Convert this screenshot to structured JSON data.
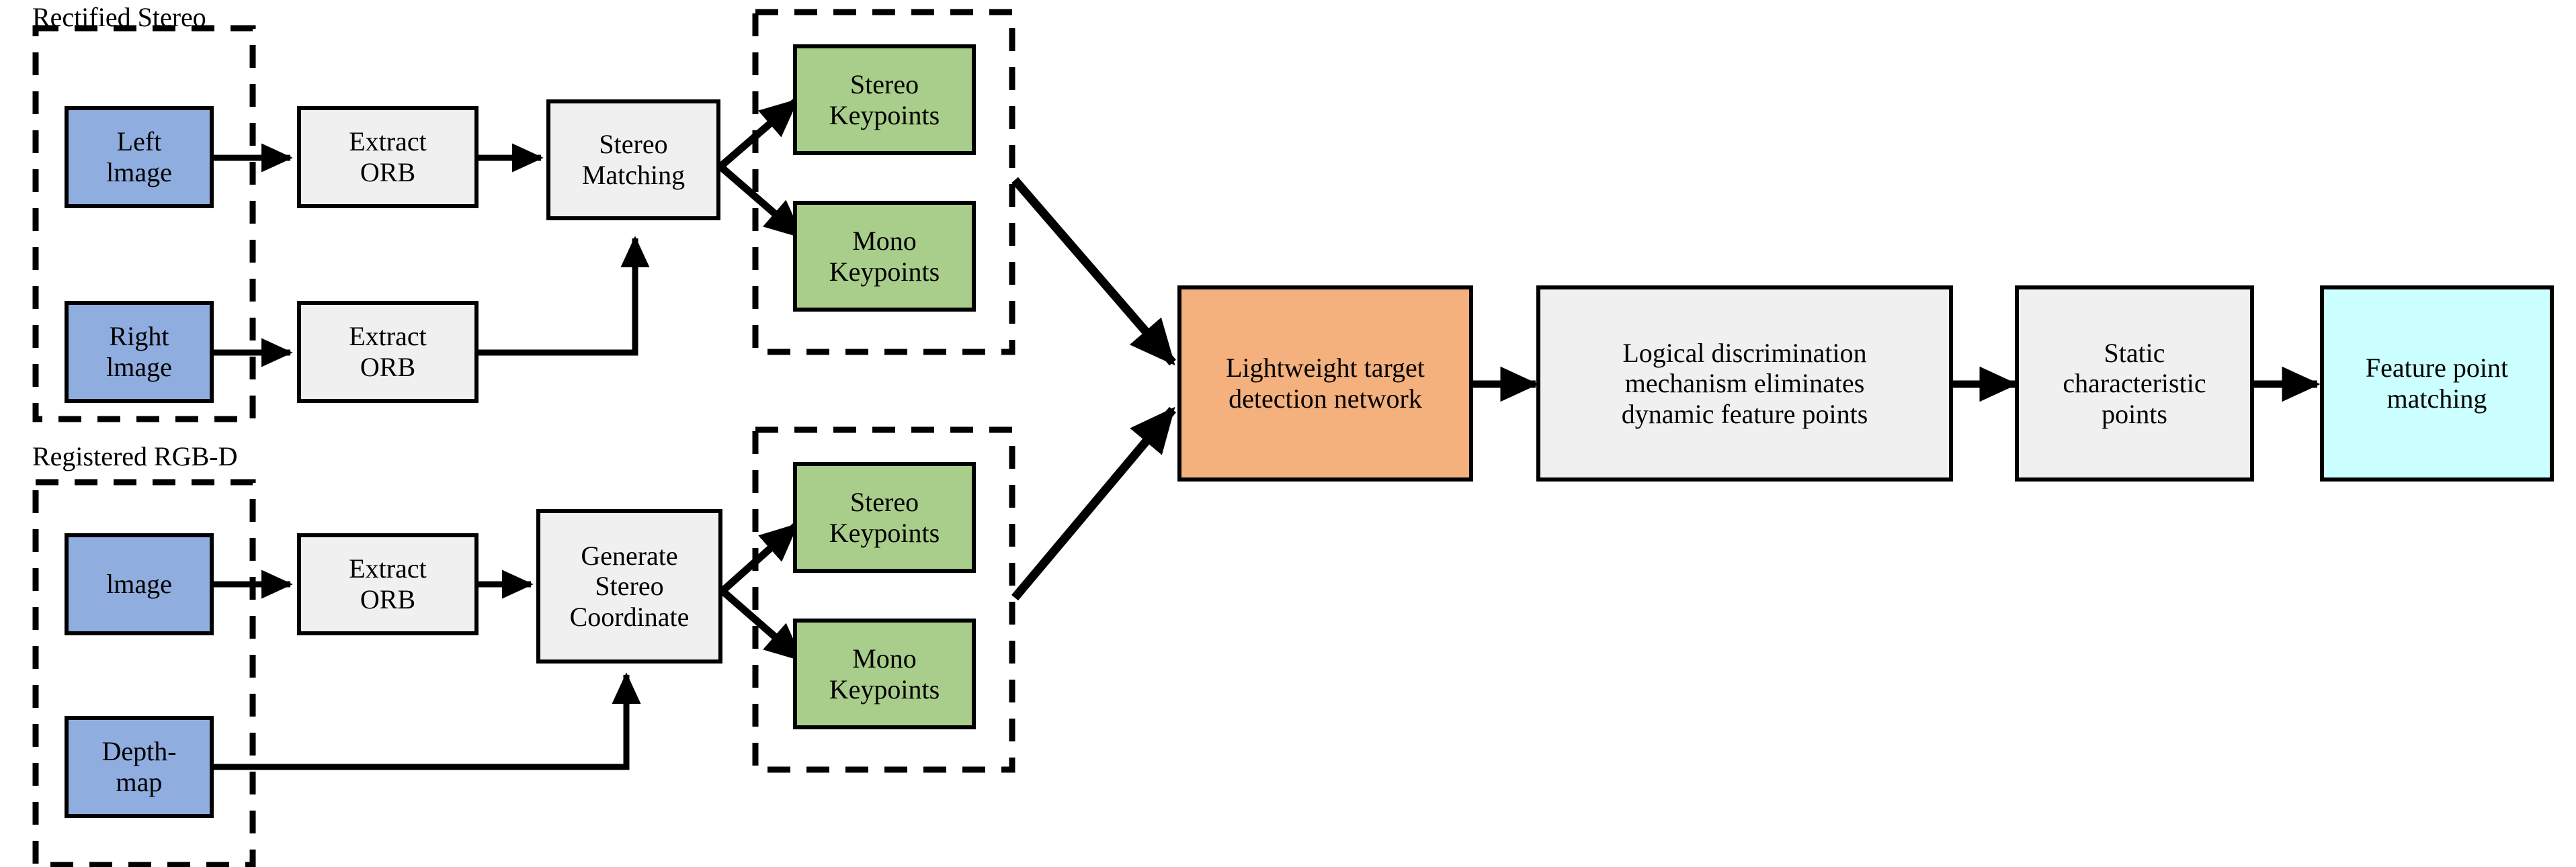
{
  "diagram": {
    "title": "Stereo / RGB-D feature extraction and dynamic point rejection pipeline",
    "background": "#ffffff",
    "stroke": "#000000",
    "palette": {
      "blue": "#8fadde",
      "green": "#a9cd8a",
      "grey": "#f0f0f0",
      "orange": "#f4b07d",
      "cyan": "#ccffff"
    }
  },
  "groups": [
    {
      "id": "rectified-stereo",
      "label": "Rectified Stereo"
    },
    {
      "id": "stereo-keypoints-group",
      "label": ""
    },
    {
      "id": "registered-rgbd",
      "label": "Registered RGB-D"
    },
    {
      "id": "rgbd-keypoints-group",
      "label": ""
    }
  ],
  "nodes": {
    "left_image": {
      "label": "Left\nlmage",
      "fill": "blue"
    },
    "right_image": {
      "label": "Right\nlmage",
      "fill": "blue"
    },
    "extract_orb_left": {
      "label": "Extract\nORB",
      "fill": "grey"
    },
    "extract_orb_right": {
      "label": "Extract\nORB",
      "fill": "grey"
    },
    "stereo_matching": {
      "label": "Stereo\nMatching",
      "fill": "grey"
    },
    "stereo_keypoints_top": {
      "label": "Stereo\nKeypoints",
      "fill": "green"
    },
    "mono_keypoints_top": {
      "label": "Mono\nKeypoints",
      "fill": "green"
    },
    "rgbd_image": {
      "label": "lmage",
      "fill": "blue"
    },
    "depth_map": {
      "label": "Depth-\nmap",
      "fill": "blue"
    },
    "extract_orb_rgbd": {
      "label": "Extract\nORB",
      "fill": "grey"
    },
    "generate_stereo_coordinate": {
      "label": "Generate\nStereo\nCoordinate",
      "fill": "grey"
    },
    "stereo_keypoints_bottom": {
      "label": "Stereo\nKeypoints",
      "fill": "green"
    },
    "mono_keypoints_bottom": {
      "label": "Mono\nKeypoints",
      "fill": "green"
    },
    "lightweight_detection": {
      "label": "Lightweight target\ndetection network",
      "fill": "orange"
    },
    "logical_discrimination": {
      "label": "Logical discrimination\nmechanism eliminates\ndynamic feature points",
      "fill": "grey"
    },
    "static_points": {
      "label": "Static\ncharacteristic\npoints",
      "fill": "grey"
    },
    "feature_point_matching": {
      "label": "Feature point\nmatching",
      "fill": "cyan"
    }
  },
  "edges": [
    {
      "from": "left_image",
      "to": "extract_orb_left",
      "kind": "arrow"
    },
    {
      "from": "right_image",
      "to": "extract_orb_right",
      "kind": "arrow"
    },
    {
      "from": "extract_orb_left",
      "to": "stereo_matching",
      "kind": "arrow"
    },
    {
      "from": "extract_orb_right",
      "to": "stereo_matching",
      "kind": "arrow-elbow"
    },
    {
      "from": "stereo_matching",
      "to": "stereo_keypoints_top",
      "kind": "arrow-diagonal"
    },
    {
      "from": "stereo_matching",
      "to": "mono_keypoints_top",
      "kind": "arrow-diagonal"
    },
    {
      "from": "stereo_keypoints_group",
      "to": "lightweight_detection",
      "kind": "arrow-diagonal"
    },
    {
      "from": "rgbd_image",
      "to": "extract_orb_rgbd",
      "kind": "arrow"
    },
    {
      "from": "extract_orb_rgbd",
      "to": "generate_stereo_coordinate",
      "kind": "arrow"
    },
    {
      "from": "depth_map",
      "to": "generate_stereo_coordinate",
      "kind": "arrow-elbow"
    },
    {
      "from": "generate_stereo_coordinate",
      "to": "stereo_keypoints_bottom",
      "kind": "arrow-diagonal"
    },
    {
      "from": "generate_stereo_coordinate",
      "to": "mono_keypoints_bottom",
      "kind": "arrow-diagonal"
    },
    {
      "from": "rgbd_keypoints_group",
      "to": "lightweight_detection",
      "kind": "arrow-diagonal"
    },
    {
      "from": "lightweight_detection",
      "to": "logical_discrimination",
      "kind": "arrow"
    },
    {
      "from": "logical_discrimination",
      "to": "static_points",
      "kind": "arrow"
    },
    {
      "from": "static_points",
      "to": "feature_point_matching",
      "kind": "arrow"
    }
  ]
}
